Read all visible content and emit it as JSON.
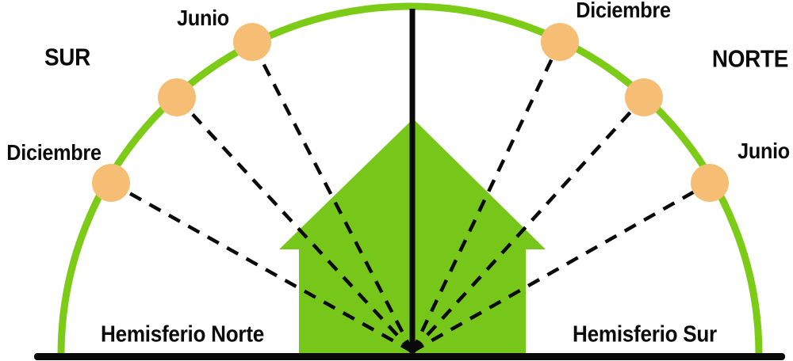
{
  "labels": {
    "region_left": "SUR",
    "region_right": "NORTE",
    "ground_left": "Hemisferio Norte",
    "ground_right": "Hemisferio Sur"
  },
  "sun_markers": {
    "left_high": {
      "month": "Junio"
    },
    "left_low": {
      "month": "Diciembre"
    },
    "right_high": {
      "month": "Diciembre"
    },
    "right_low": {
      "month": "Junio"
    }
  },
  "colors": {
    "arc_green": "#7ccb17",
    "house_green": "#76c719",
    "sun_orange": "#f6be74",
    "ink_black": "#0a0a0a"
  }
}
